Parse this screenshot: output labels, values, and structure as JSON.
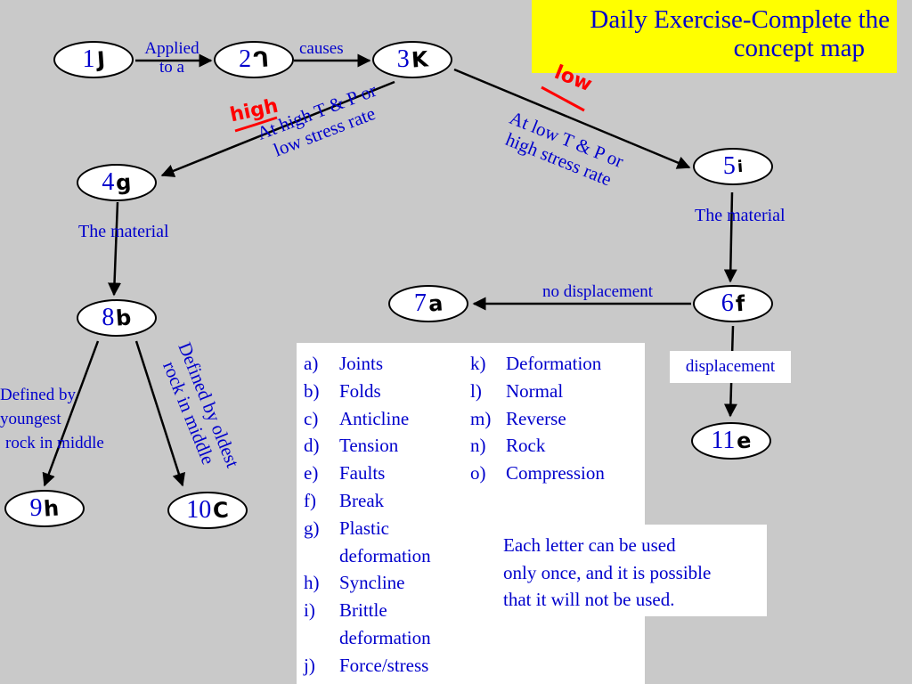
{
  "title": {
    "line1": "Daily Exercise-Complete the",
    "line2": "concept map"
  },
  "nodes": [
    {
      "num": "1",
      "answer": "J"
    },
    {
      "num": "2",
      "answer": "ᒉ"
    },
    {
      "num": "3",
      "answer": "K"
    },
    {
      "num": "4",
      "answer": "g"
    },
    {
      "num": "5",
      "answer": "i"
    },
    {
      "num": "6",
      "answer": "f"
    },
    {
      "num": "7",
      "answer": "a"
    },
    {
      "num": "8",
      "answer": "b"
    },
    {
      "num": "9",
      "answer": "h"
    },
    {
      "num": "10",
      "answer": "C"
    },
    {
      "num": "11",
      "answer": "e"
    }
  ],
  "edge_labels": {
    "applied": "Applied",
    "to_a": "to a",
    "causes": "causes",
    "high_tp_1": "At high T & P or",
    "high_tp_2": "low stress rate",
    "low_tp_1": "At low T & P or",
    "low_tp_2": "high stress rate",
    "material_left": "The material",
    "material_right": "The material",
    "no_displacement": "no displacement",
    "displacement": "displacement",
    "youngest_1": "Defined by",
    "youngest_2": "youngest",
    "youngest_3": "rock in middle",
    "oldest_1": "Defined by oldest",
    "oldest_2": "rock in middle"
  },
  "handwritten": {
    "high": "high",
    "low": "low"
  },
  "word_bank": {
    "left": [
      {
        "key": "a)",
        "lines": [
          "Joints"
        ]
      },
      {
        "key": "b)",
        "lines": [
          "Folds"
        ]
      },
      {
        "key": "c)",
        "lines": [
          "Anticline"
        ]
      },
      {
        "key": "d)",
        "lines": [
          "Tension"
        ]
      },
      {
        "key": "e)",
        "lines": [
          "Faults"
        ]
      },
      {
        "key": "f)",
        "lines": [
          "Break"
        ]
      },
      {
        "key": "g)",
        "lines": [
          "Plastic",
          "deformation"
        ]
      },
      {
        "key": "h)",
        "lines": [
          "Syncline"
        ]
      },
      {
        "key": "i)",
        "lines": [
          "Brittle",
          "deformation"
        ]
      },
      {
        "key": "j)",
        "lines": [
          "Force/stress"
        ]
      }
    ],
    "right": [
      {
        "key": "k)",
        "lines": [
          "Deformation"
        ]
      },
      {
        "key": "l)",
        "lines": [
          "Normal"
        ]
      },
      {
        "key": "m)",
        "lines": [
          "Reverse"
        ]
      },
      {
        "key": "n)",
        "lines": [
          "Rock"
        ]
      },
      {
        "key": "o)",
        "lines": [
          "Compression"
        ]
      }
    ]
  },
  "note": {
    "line1": "Each letter can be used",
    "line2": "only once, and it is possible",
    "line3": "that it will not be used."
  },
  "colors": {
    "background": "#c9c9c9",
    "text_blue": "#0000cc",
    "title_bg": "#ffff00",
    "handwriting_red": "#ff0000"
  }
}
